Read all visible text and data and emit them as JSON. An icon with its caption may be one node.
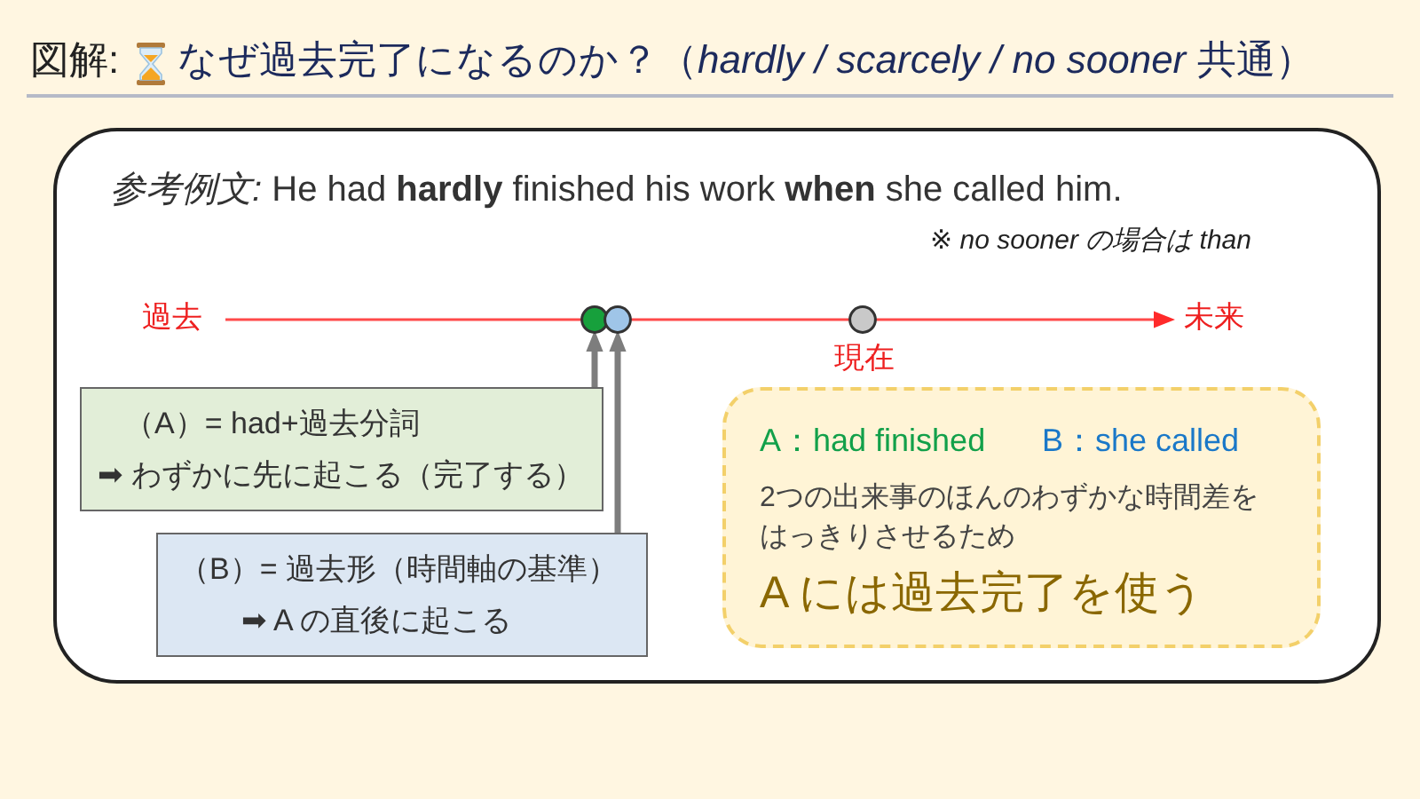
{
  "diagram": {
    "title": "なぜ過去完了になるのか？（*hardly / scarcely / no sooner* 共通）",
    "nodes": [
      {
        "text": [
          "*参考例文:* He had **hardly** finished his work **when** she called him.",
          "※ *no sooner の場合は than*"
        ]
      },
      {
        "text": [],
        "shape": "circle",
        "in": 0
      },
      {
        "text": [],
        "shape": "circle",
        "in": 0
      },
      {
        "text": [],
        "shape": "circle",
        "in": 0,
        "beside": [
          "現在"
        ]
      },
      {
        "text": [
          "（A）= had+過去分詞",
          "➡ わずかに先に起こる（完了する）"
        ],
        "in": 0
      },
      {
        "text": [
          "（B）= 過去形（時間軸の基準）",
          "➡ A の直後に起こる"
        ],
        "in": 0
      },
      {
        "text": [
          "A：had finished",
          "B：she called",
          "2つの出来事のほんのわずかな時間差をはっきりさせるため",
          "A には過去完了を使う"
        ],
        "in": 0
      }
    ],
    "edges": [
      {
        "from": 4,
        "to": 1,
        "arrow": "to"
      },
      {
        "from": 5,
        "to": 2,
        "arrow": "to"
      }
    ],
    "labels": [
      "図解:",
      "過去",
      "未来"
    ]
  }
}
